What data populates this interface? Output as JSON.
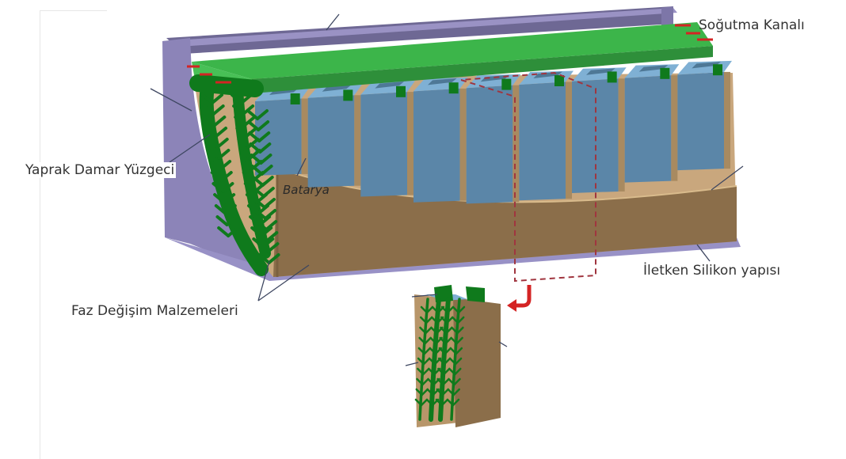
{
  "diagram": {
    "labels": {
      "cooling_channel": "Soğutma Kanalı",
      "leaf_vein_fin": "Yaprak Damar Yüzgeci",
      "battery": "Batarya",
      "conductive_silicone": "İletken Silikon yapısı",
      "phase_change_materials": "Faz Değişim Malzemeleri"
    },
    "colors": {
      "housing_purple": "#8c84b8",
      "housing_purple_dark": "#6e6894",
      "cooling_plate_green": "#3cb54a",
      "cooling_plate_green_dark": "#2e8f3a",
      "fin_green": "#0f7a1c",
      "battery_blue": "#5b86a8",
      "battery_top_blue": "#7fb0d4",
      "pcm_tan": "#8b6e4a",
      "pcm_tan_light": "#c8a57a",
      "flow_arrow_red": "#d42424",
      "dashed_outline": "#a0353f",
      "leader_line": "#3d4660"
    },
    "battery_cell_count": 9
  }
}
